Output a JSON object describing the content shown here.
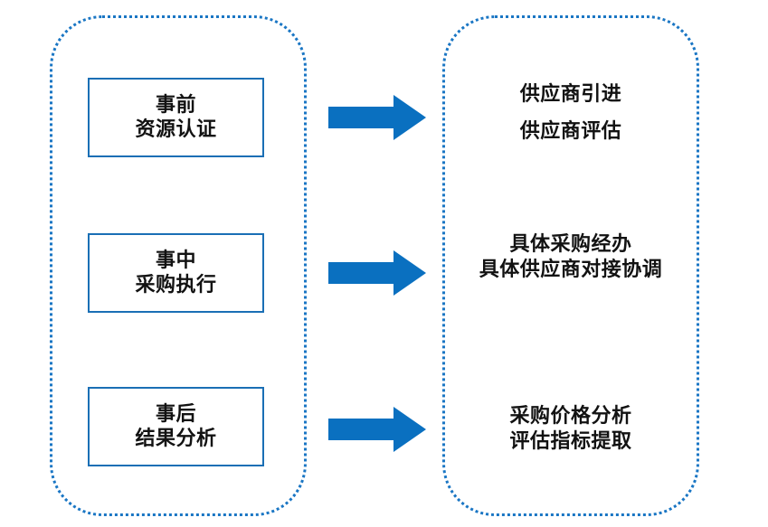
{
  "diagram": {
    "type": "process-flow",
    "colors": {
      "panel_border": "#1a76c4",
      "box_border": "#1a6fb5",
      "arrow_fill": "#0a70c0",
      "text": "#121212",
      "background": "#ffffff"
    },
    "panels": {
      "left": {
        "name": "stage-panel",
        "style": "dotted-rounded-rectangle"
      },
      "right": {
        "name": "outcome-panel",
        "style": "dotted-rounded-rectangle"
      }
    },
    "rows": [
      {
        "stage": {
          "line1": "事前",
          "line2": "资源认证"
        },
        "arrow": {
          "icon": "right-block-arrow",
          "direction": "right"
        },
        "outcomes": [
          "供应商引进",
          "供应商评估"
        ]
      },
      {
        "stage": {
          "line1": "事中",
          "line2": "采购执行"
        },
        "arrow": {
          "icon": "right-block-arrow",
          "direction": "right"
        },
        "outcomes": [
          "具体采购经办",
          "具体供应商对接协调"
        ]
      },
      {
        "stage": {
          "line1": "事后",
          "line2": "结果分析"
        },
        "arrow": {
          "icon": "right-block-arrow",
          "direction": "right"
        },
        "outcomes": [
          "采购价格分析",
          "评估指标提取"
        ]
      }
    ]
  }
}
